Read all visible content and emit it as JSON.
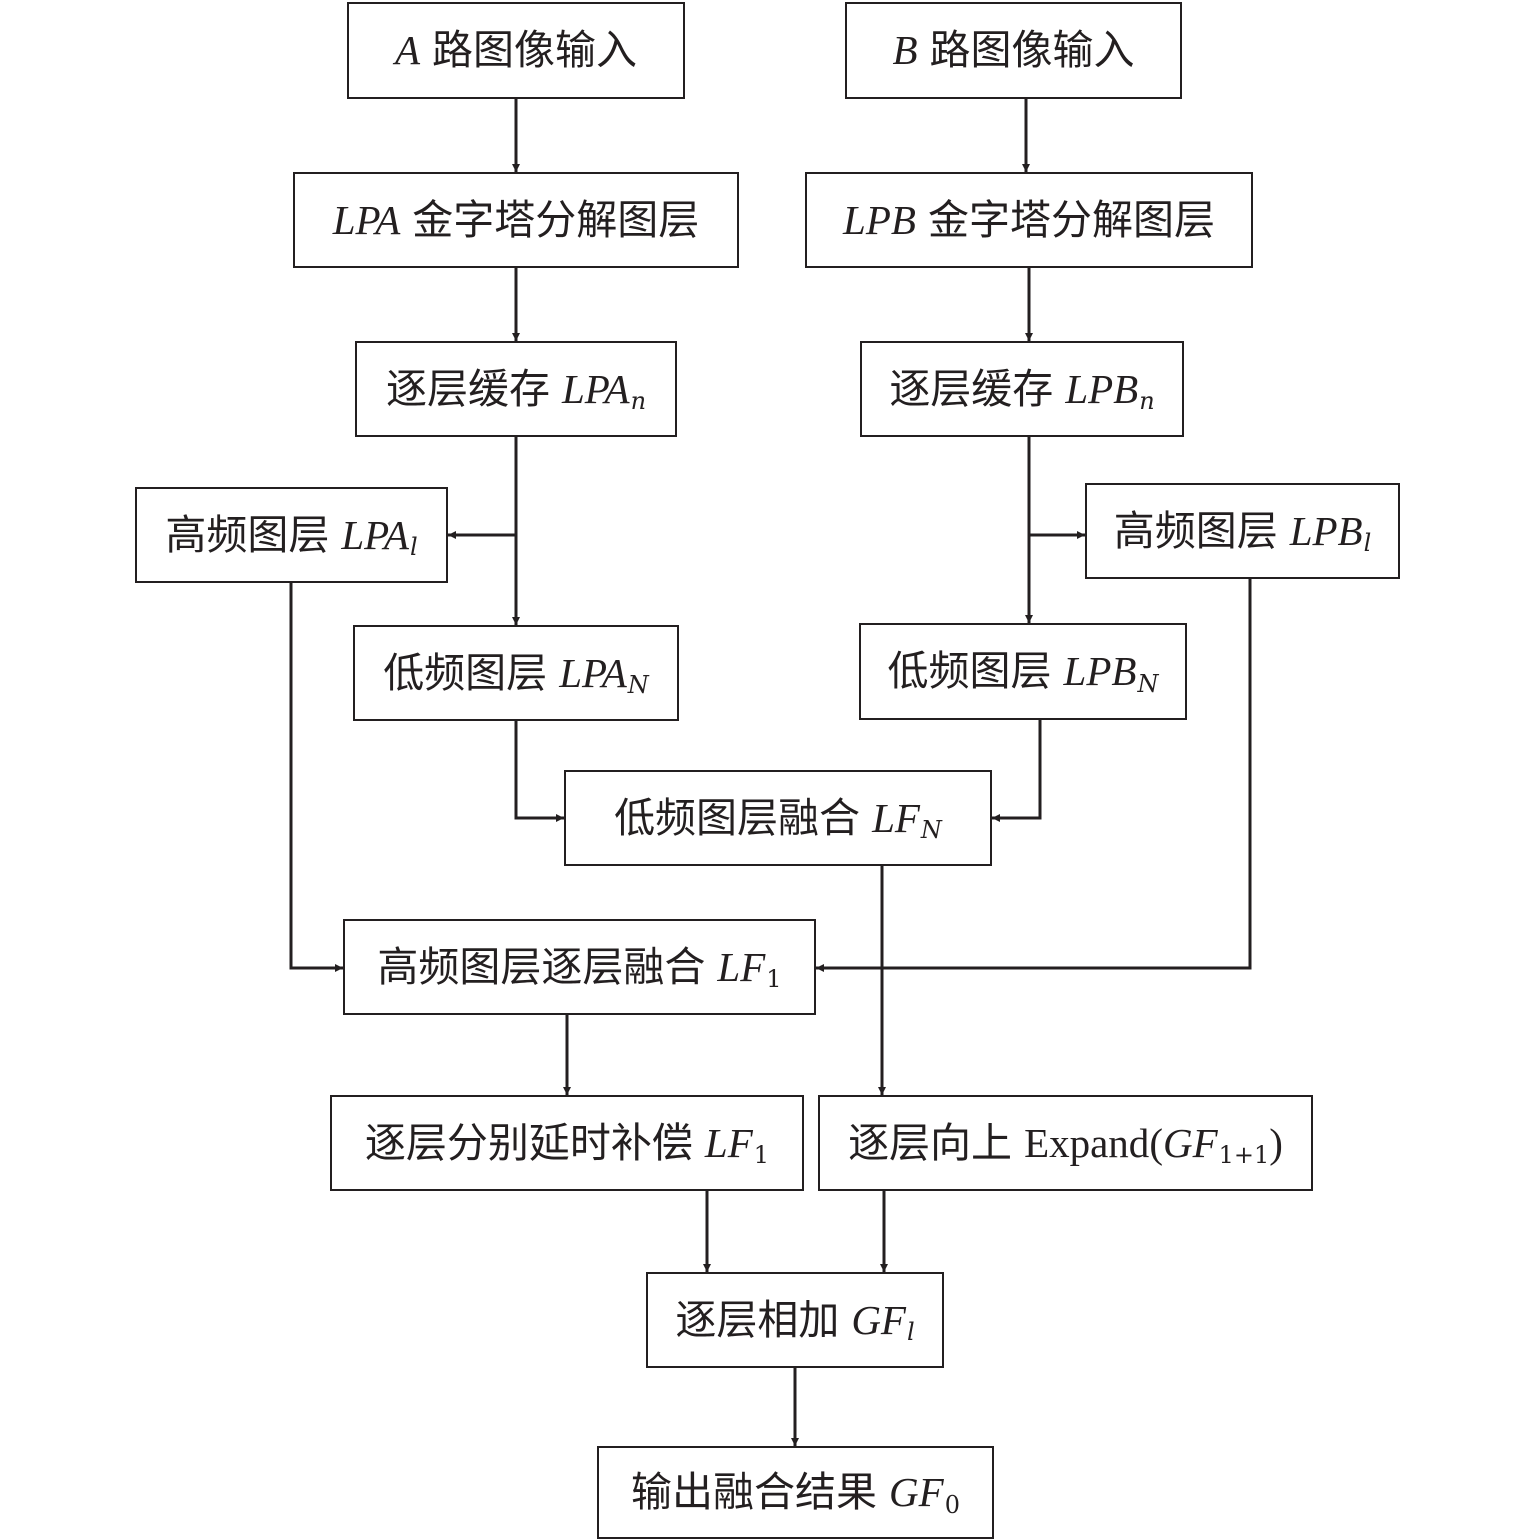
{
  "diagram": {
    "a_input": {
      "var": "A",
      "text": "路图像输入"
    },
    "b_input": {
      "var": "B",
      "text": "路图像输入"
    },
    "lpa_decomp": {
      "var": "LPA",
      "text": "金字塔分解图层"
    },
    "lpb_decomp": {
      "var": "LPB",
      "text": "金字塔分解图层"
    },
    "lpa_cache": {
      "text": "逐层缓存",
      "var": "LPA",
      "sub": "n"
    },
    "lpb_cache": {
      "text": "逐层缓存",
      "var": "LPB",
      "sub": "n"
    },
    "lpa_high": {
      "text": "高频图层",
      "var": "LPA",
      "sub": "l"
    },
    "lpb_high": {
      "text": "高频图层",
      "var": "LPB",
      "sub": "l"
    },
    "lpa_low": {
      "text": "低频图层",
      "var": "LPA",
      "sub": "N"
    },
    "lpb_low": {
      "text": "低频图层",
      "var": "LPB",
      "sub": "N"
    },
    "low_fusion": {
      "text": "低频图层融合",
      "var": "LF",
      "sub": "N"
    },
    "high_fusion": {
      "text": "高频图层逐层融合",
      "var": "LF",
      "sub": "1"
    },
    "delay_comp": {
      "text": "逐层分别延时补偿",
      "var": "LF",
      "sub": "1"
    },
    "expand": {
      "text": "逐层向上",
      "func": "Expand",
      "open": "(",
      "var": "GF",
      "sub": "1+1",
      "close": ")"
    },
    "add": {
      "text": "逐层相加",
      "var": "GF",
      "sub": "l"
    },
    "output": {
      "text": "输出融合结果",
      "var": "GF",
      "sub": "0"
    }
  }
}
